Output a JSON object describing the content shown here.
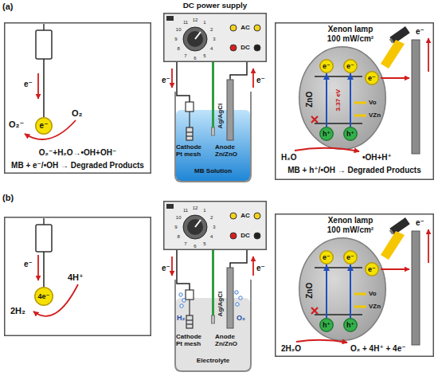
{
  "diagram": {
    "nodes": [
      {
        "text": [
          "O₂⁻",
          "O₂",
          "O₂⁻+H₂O→•OH+OH⁻",
          "MB + e⁻/•OH → Degraded Products"
        ]
      },
      {
        "text": [
          "e⁻"
        ],
        "in": 0
      },
      {
        "text": [
          "DC power supply",
          "AC",
          "DC"
        ]
      },
      {
        "text": [
          "Ag/AgCl",
          "Cathode Pt mesh",
          "Anode Zn/ZnO",
          "MB Solution"
        ]
      },
      {
        "text": [
          "Xenon lamp",
          "100 mW/cm²",
          "H₂O",
          "•OH+H⁺",
          "MB + h⁺/•OH → Degraded Products"
        ]
      },
      {
        "text": [
          "ZnO",
          "3.37 eV",
          "Vo",
          "VZn"
        ],
        "in": 4
      },
      {
        "text": [
          "e⁻"
        ],
        "in": 5
      },
      {
        "text": [
          "e⁻"
        ],
        "in": 5
      },
      {
        "text": [
          "e⁻"
        ],
        "in": 5
      },
      {
        "text": [
          "h⁺"
        ],
        "in": 5
      },
      {
        "text": [
          "h⁺"
        ],
        "in": 5
      },
      {
        "text": [
          "4H⁺",
          "2H₂"
        ]
      },
      {
        "text": [
          "4e⁻"
        ],
        "in": 11
      },
      {
        "text": [
          "AC",
          "DC"
        ]
      },
      {
        "text": [
          "Ag/AgCl",
          "Cathode Pt mesh",
          "Anode Zn/ZnO",
          "H₂",
          "O₂",
          "Electrolyte"
        ]
      },
      {
        "text": [
          "Xenon lamp",
          "100 mW/cm²",
          "2H₂O",
          "O₂ + 4H⁺ + 4e⁻"
        ]
      },
      {
        "text": [
          "ZnO",
          "Vo",
          "VZn"
        ],
        "in": 15
      },
      {
        "text": [
          "e⁻"
        ],
        "in": 16
      },
      {
        "text": [
          "e⁻"
        ],
        "in": 16
      },
      {
        "text": [
          "e⁻"
        ],
        "in": 16
      },
      {
        "text": [
          "h⁺"
        ],
        "in": 16
      },
      {
        "text": [
          "h⁺"
        ],
        "in": 16
      }
    ],
    "edges": [
      {
        "from": 2,
        "to": 3,
        "arrow": "none"
      },
      {
        "from": 9,
        "to": 6,
        "arrow": "to"
      },
      {
        "from": 10,
        "to": 7,
        "arrow": "to"
      },
      {
        "from": 13,
        "to": 14,
        "arrow": "none"
      },
      {
        "from": 20,
        "to": 17,
        "arrow": "to"
      },
      {
        "from": 21,
        "to": 18,
        "arrow": "to"
      }
    ],
    "labels": [
      "(a)",
      "1",
      "2",
      "3",
      "4",
      "5",
      "6",
      "7",
      "8",
      "9",
      "10",
      "11",
      "12",
      "e⁻",
      "e⁻",
      "e⁻",
      "e⁻",
      "(b)",
      "1",
      "2",
      "3",
      "4",
      "5",
      "6",
      "7",
      "8",
      "9",
      "10",
      "11",
      "12",
      "e⁻",
      "e⁻",
      "e⁻",
      "e⁻"
    ]
  }
}
